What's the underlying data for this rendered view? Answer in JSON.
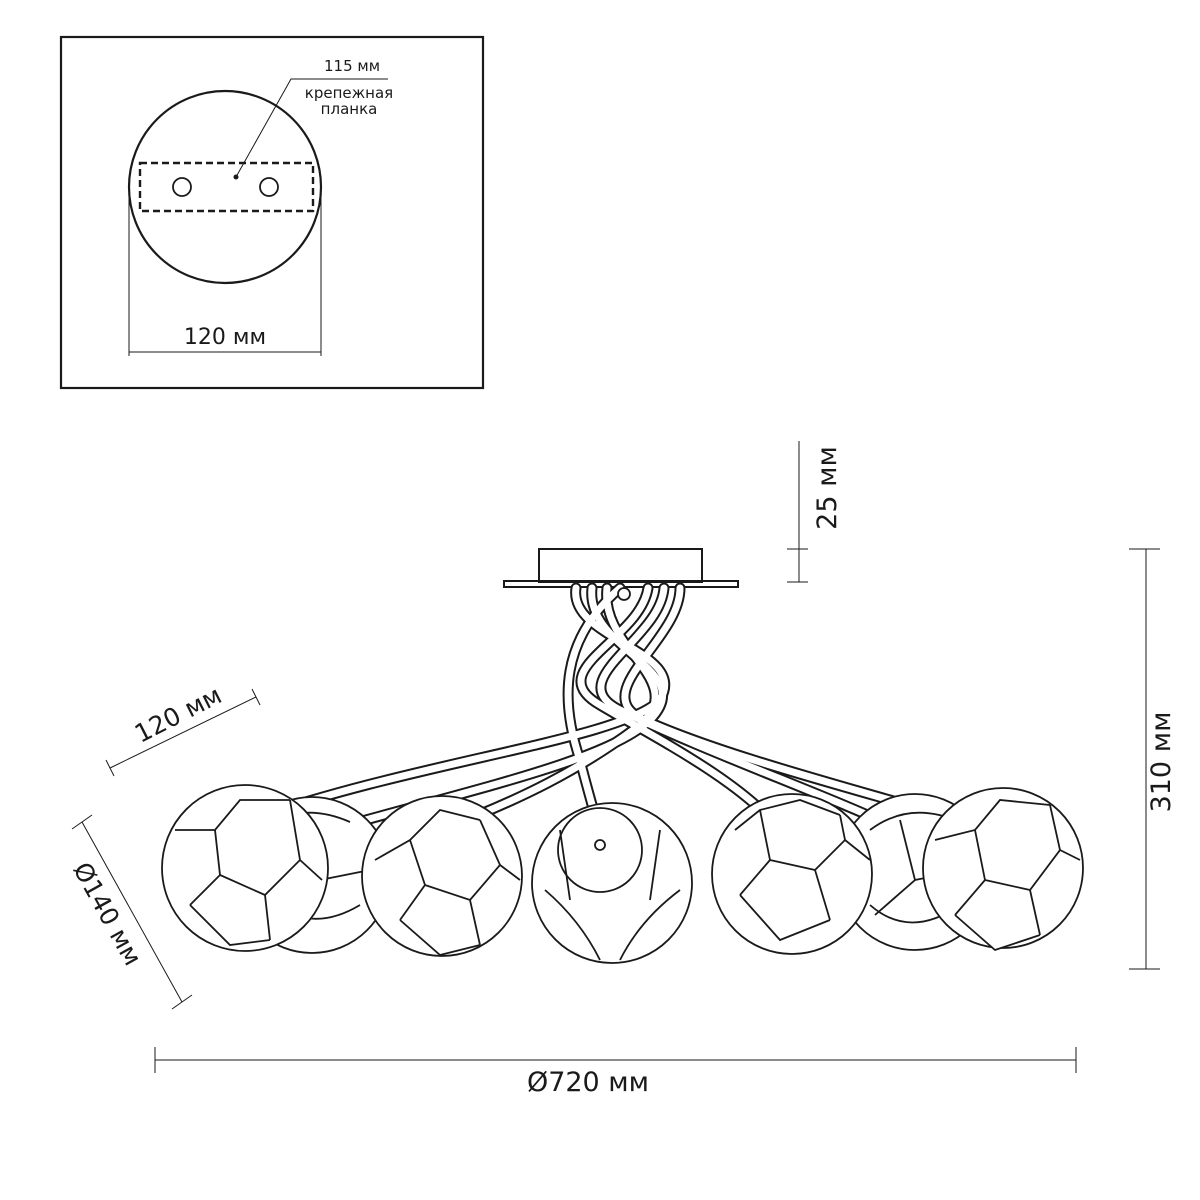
{
  "inset": {
    "bar_width_label": "115 мм",
    "bar_name_line1": "крепежная",
    "bar_name_line2": "планка",
    "plate_diameter_label": "120 мм"
  },
  "dimensions": {
    "canopy_height": "25 мм",
    "total_height": "310 мм",
    "arm_length": "120 мм",
    "shade_diameter": "Ø140 мм",
    "overall_diameter": "Ø720 мм"
  }
}
